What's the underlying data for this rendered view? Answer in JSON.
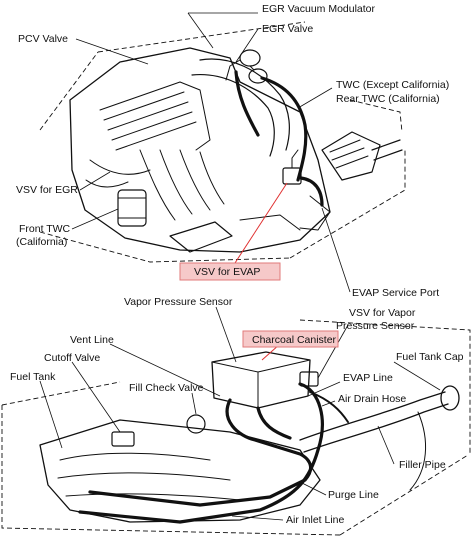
{
  "diagram": {
    "labels": {
      "egr_vacuum_modulator": "EGR Vacuum Modulator",
      "egr_valve": "EGR Valve",
      "pcv_valve": "PCV Valve",
      "twc_line1": "TWC (Except California)",
      "twc_line2": "Rear TWC (California)",
      "vsv_for_egr": "VSV for EGR",
      "front_twc_line1": "Front TWC",
      "front_twc_line2": "(California)",
      "vsv_for_evap": "VSV for EVAP",
      "evap_service_port": "EVAP Service Port",
      "vapor_pressure_sensor": "Vapor Pressure Sensor",
      "vsv_vapor_line1": "VSV for Vapor",
      "vsv_vapor_line2": "Pressure Sensor",
      "charcoal_canister": "Charcoal Canister",
      "vent_line": "Vent Line",
      "cutoff_valve": "Cutoff Valve",
      "evap_line": "EVAP Line",
      "fuel_tank_cap": "Fuel Tank Cap",
      "fuel_tank": "Fuel Tank",
      "fill_check_valve": "Fill Check Valve",
      "air_drain_hose": "Air Drain Hose",
      "filler_pipe": "Filler Pipe",
      "purge_line": "Purge Line",
      "air_inlet_line": "Air Inlet Line"
    },
    "highlight_color": "#f6c9c9",
    "highlight_border_color": "#e07a7a",
    "leader_highlight_color": "#e03030"
  }
}
